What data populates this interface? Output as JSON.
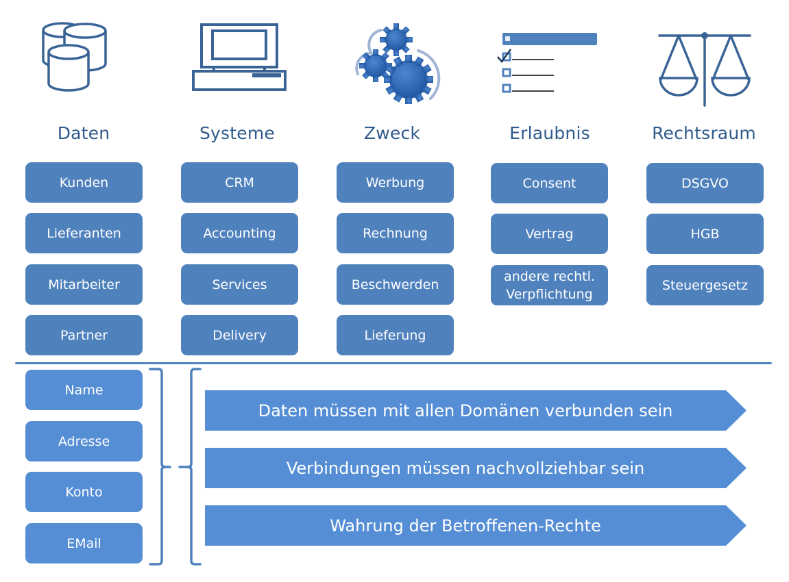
{
  "columns": [
    {
      "title": "Daten",
      "icon": "database-icon",
      "items": [
        "Kunden",
        "Lieferanten",
        "Mitarbeiter",
        "Partner"
      ]
    },
    {
      "title": "Systeme",
      "icon": "computer-icon",
      "items": [
        "CRM",
        "Accounting",
        "Services",
        "Delivery"
      ]
    },
    {
      "title": "Zweck",
      "icon": "gears-icon",
      "items": [
        "Werbung",
        "Rechnung",
        "Beschwerden",
        "Lieferung"
      ]
    },
    {
      "title": "Erlaubnis",
      "icon": "checklist-icon",
      "items": [
        "Consent",
        "Vertrag",
        "andere rechtl. Verpflichtung"
      ]
    },
    {
      "title": "Rechtsraum",
      "icon": "scales-icon",
      "items": [
        "DSGVO",
        "HGB",
        "Steuergesetz"
      ]
    }
  ],
  "data_attributes": [
    "Name",
    "Adresse",
    "Konto",
    "EMail"
  ],
  "requirements": [
    "Daten müssen mit allen Domänen verbunden sein",
    "Verbindungen müssen nachvollziehbar sein",
    "Wahrung der Betroffenen-Rechte"
  ],
  "colors": {
    "primary_box": "#4f81bd",
    "secondary_box": "#558ed5",
    "icon_stroke": "#3a6496",
    "title_text": "#2f5a8c"
  }
}
